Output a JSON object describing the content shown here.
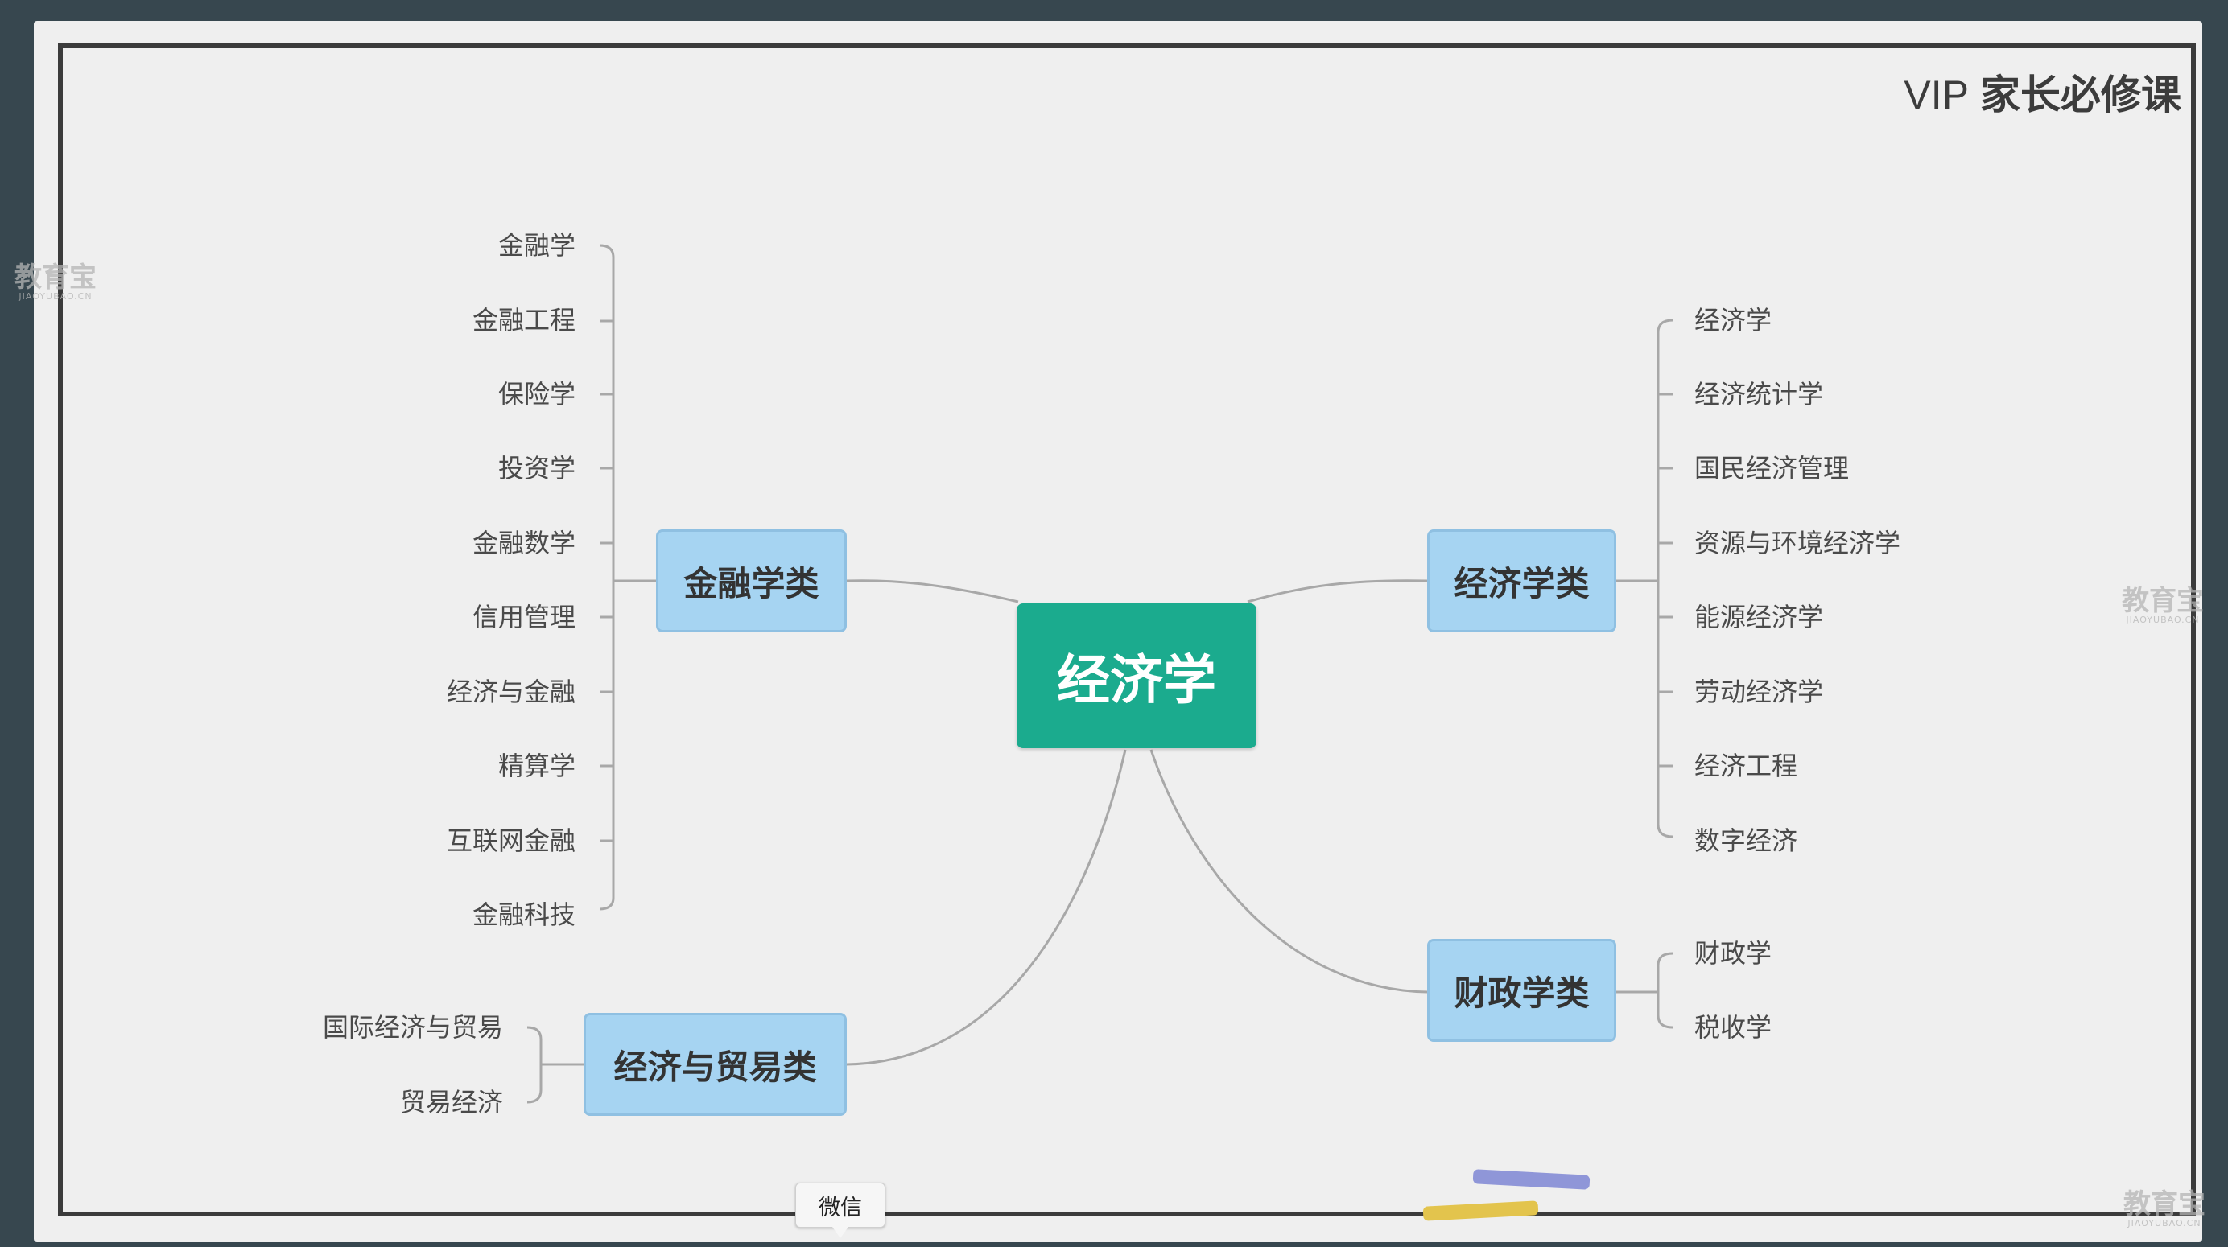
{
  "header": {
    "vip": "VIP",
    "course": "家长必修课"
  },
  "mindmap": {
    "root": "经济学",
    "finance": {
      "label": "金融学类",
      "items": [
        "金融学",
        "金融工程",
        "保险学",
        "投资学",
        "金融数学",
        "信用管理",
        "经济与金融",
        "精算学",
        "互联网金融",
        "金融科技"
      ]
    },
    "economics": {
      "label": "经济学类",
      "items": [
        "经济学",
        "经济统计学",
        "国民经济管理",
        "资源与环境经济学",
        "能源经济学",
        "劳动经济学",
        "经济工程",
        "数字经济"
      ]
    },
    "trade": {
      "label": "经济与贸易类",
      "items": [
        "国际经济与贸易",
        "贸易经济"
      ]
    },
    "fiscal": {
      "label": "财政学类",
      "items": [
        "财政学",
        "税收学"
      ]
    }
  },
  "tooltip": {
    "wechat": "微信"
  },
  "watermark": {
    "cn": "教育宝",
    "en": "JIAOYUBAO.CN"
  },
  "colors": {
    "root": "#1bab8e",
    "category": "#a6d4f2",
    "frame": "#37474f",
    "board": "#efefef",
    "chalk_blue": "#8f96d8",
    "chalk_yellow": "#e3c44d"
  }
}
